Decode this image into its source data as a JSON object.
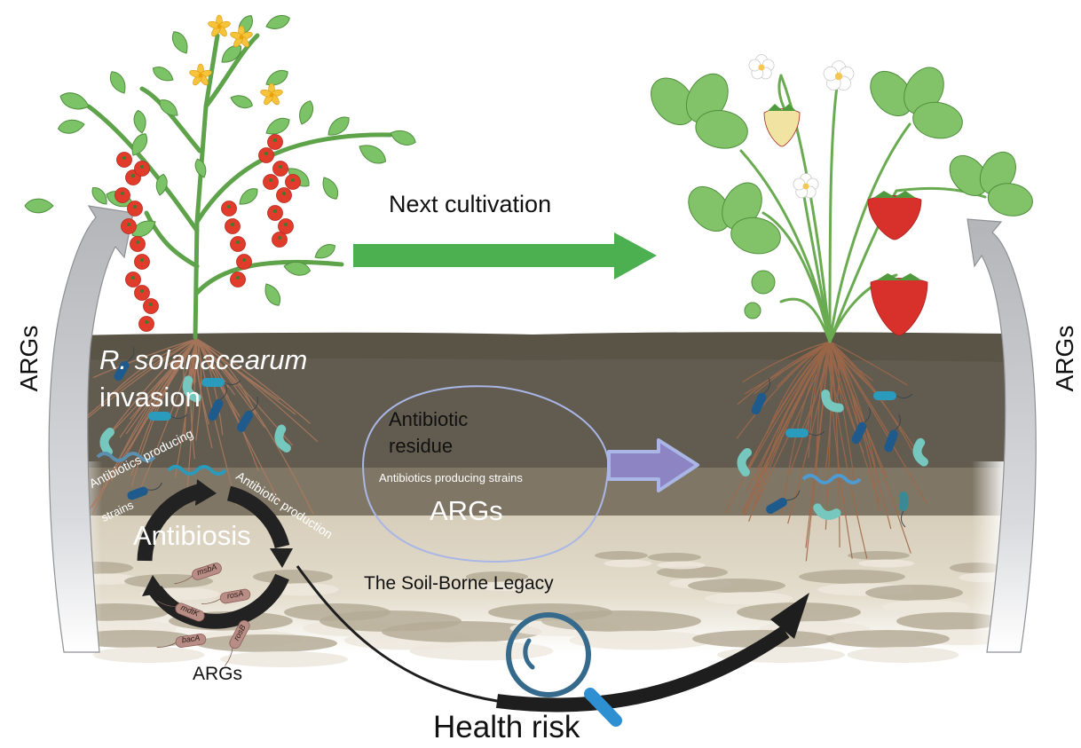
{
  "labels": {
    "next_cultivation": "Next cultivation",
    "args_left": "ARGs",
    "args_right": "ARGs",
    "pathogen_species": "R. solanacearum",
    "pathogen_event": "invasion",
    "antibiotics_producing_strains_curved": "Antibiotics producing",
    "antibiotics_producing_strains_curved_2": "strains",
    "antibiotic_production": "Antibiotic production",
    "antibiosis": "Antibiosis",
    "args_bottom": "ARGs",
    "antibiotic_residue_1": "Antibiotic",
    "antibiotic_residue_2": "residue",
    "antibiotics_producing_strains": "Antibiotics producing strains",
    "args_center": "ARGs",
    "soil_borne_legacy": "The Soil-Borne Legacy",
    "health_risk": "Health risk"
  },
  "genes": [
    "msbA",
    "rosA",
    "mdtK",
    "bacA",
    "rosB"
  ],
  "icons": {
    "tomato_plant": "tomato-plant-icon",
    "strawberry_plant": "strawberry-plant-icon",
    "magnifier": "magnifying-glass-icon"
  },
  "colors": {
    "soil_top": "#5a5446",
    "soil_mid": "#625c50",
    "soil_light": "#7f7665",
    "soil_pebble": "#d6cdb9",
    "green_arrow": "#4caf50",
    "purple_arrow": "#8d84c4",
    "purple_outline": "#a9b6e6",
    "gray_arrow": "#b9bbbf",
    "leaf": "#7cc266",
    "leaf_dark": "#4f8f3c",
    "stem": "#5ea34a",
    "tomato": "#e03b2b",
    "strawberry": "#d8302b",
    "magnifier_ring": "#356a8c",
    "magnifier_handle": "#2e8fd1",
    "root": "#b07a5e",
    "bacteria_dark": "#1f5a8c",
    "bacteria_cyan": "#2a9bbd",
    "bacteria_mint": "#76c7bd",
    "gene_cell": "#b88d85"
  }
}
